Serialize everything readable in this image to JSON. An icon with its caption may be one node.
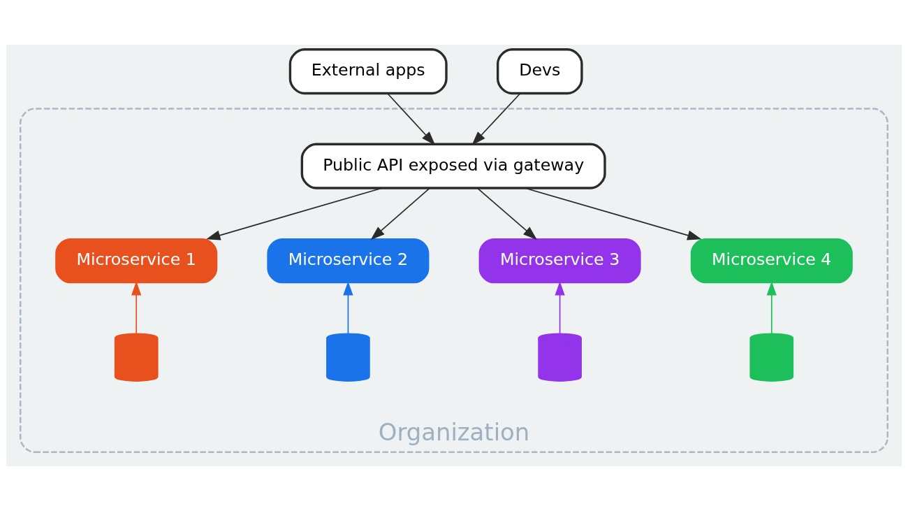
{
  "diagram": {
    "nodes": [
      {
        "text": [
          "Organization"
        ]
      },
      {
        "text": [
          "External apps"
        ]
      },
      {
        "text": [
          "Devs"
        ]
      },
      {
        "text": [
          "Public API exposed via gateway"
        ],
        "in": 0
      },
      {
        "text": [
          "Microservice 1"
        ],
        "in": 0
      },
      {
        "text": [
          "Microservice 2"
        ],
        "in": 0
      },
      {
        "text": [
          "Microservice 3"
        ],
        "in": 0
      },
      {
        "text": [
          "Microservice 4"
        ],
        "in": 0
      },
      {
        "text": [],
        "shape": "cylinder",
        "in": 0
      },
      {
        "text": [],
        "shape": "cylinder",
        "in": 0
      },
      {
        "text": [],
        "shape": "cylinder",
        "in": 0
      },
      {
        "text": [],
        "shape": "cylinder",
        "in": 0
      }
    ],
    "edges": [
      {
        "from": 1,
        "to": 3,
        "arrow": "to"
      },
      {
        "from": 2,
        "to": 3,
        "arrow": "to"
      },
      {
        "from": 3,
        "to": 4,
        "arrow": "to"
      },
      {
        "from": 3,
        "to": 5,
        "arrow": "to"
      },
      {
        "from": 3,
        "to": 6,
        "arrow": "to"
      },
      {
        "from": 3,
        "to": 7,
        "arrow": "to"
      },
      {
        "from": 8,
        "to": 4,
        "arrow": "to",
        "color": "#e8501e"
      },
      {
        "from": 9,
        "to": 5,
        "arrow": "to",
        "color": "#1a73e8"
      },
      {
        "from": 10,
        "to": 6,
        "arrow": "to",
        "color": "#9333ea"
      },
      {
        "from": 11,
        "to": 7,
        "arrow": "to",
        "color": "#1dbf5a"
      }
    ]
  }
}
